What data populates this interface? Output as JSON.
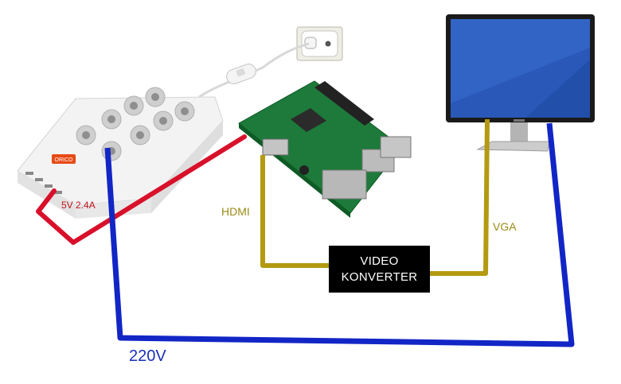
{
  "labels": {
    "power_output": "5V 2.4A",
    "hdmi": "HDMI",
    "vga": "VGA",
    "mains": "220V",
    "converter_line1": "VIDEO",
    "converter_line2": "KONVERTER",
    "power_strip_brand": "ORICO"
  },
  "colors": {
    "usb_power_cable": "#d8102a",
    "video_cable": "#b39a10",
    "mains_cable": "#1226c6",
    "converter_box": "#000000",
    "label_hdmi": "#9c8a18",
    "label_mains": "#1b2fb8",
    "label_power": "#c0141c"
  },
  "icons": {
    "power_strip": "power-strip-icon",
    "wall_socket": "wall-socket-icon",
    "raspberry_pi": "raspberry-pi-board-icon",
    "monitor": "monitor-icon"
  }
}
